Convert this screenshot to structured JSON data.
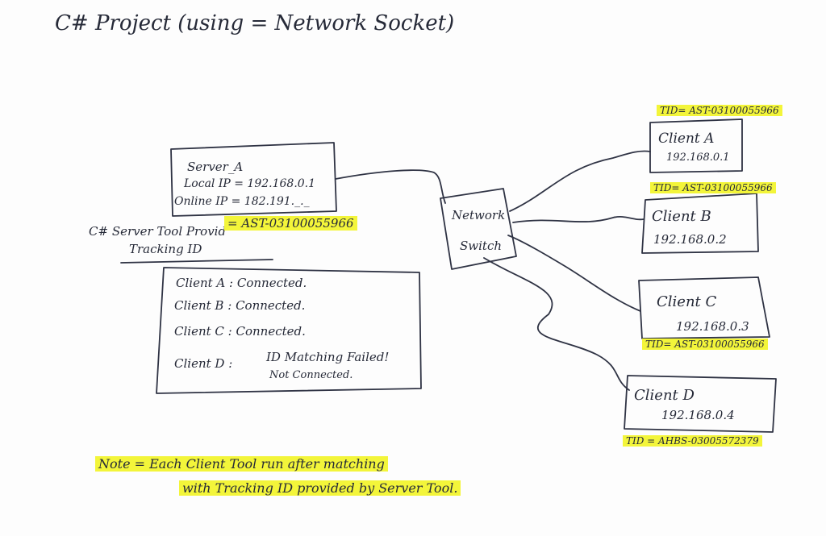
{
  "title": "C# Project (using = Network Socket)",
  "server": {
    "name": "Server_A",
    "local_ip": "Local IP = 192.168.0.1",
    "online_ip": "Online IP = 182.191._._",
    "tracking_label_1": "C# Server Tool Provid",
    "tracking_label_2": "Tracking ID",
    "tracking_id": "= AST-03100055966"
  },
  "status": [
    {
      "client": "Client A",
      "sep": ":",
      "text": "Connected."
    },
    {
      "client": "Client B",
      "sep": ":",
      "text": "Connected."
    },
    {
      "client": "Client C",
      "sep": ":",
      "text": "Connected."
    },
    {
      "client": "Client D",
      "sep": ":",
      "text": "ID Matching Failed!",
      "sub": "Not Connected."
    }
  ],
  "switch": {
    "line1": "Network",
    "line2": "Switch"
  },
  "clients": [
    {
      "tid": "TID= AST-03100055966",
      "name": "Client A",
      "ip": "192.168.0.1"
    },
    {
      "tid": "TID= AST-03100055966",
      "name": "Client B",
      "ip": "192.168.0.2"
    },
    {
      "tid": "TID= AST-03100055966",
      "name": "Client C",
      "ip": "192.168.0.3"
    },
    {
      "tid": "TID = AHBS-03005572379",
      "name": "Client D",
      "ip": "192.168.0.4"
    }
  ],
  "note": {
    "line1": "Note = Each Client Tool run after matching",
    "line2": "with Tracking ID provided by Server Tool."
  },
  "colors": {
    "ink": "#262a38",
    "highlight": "#f3f53a",
    "paper": "#fdfdfd"
  }
}
